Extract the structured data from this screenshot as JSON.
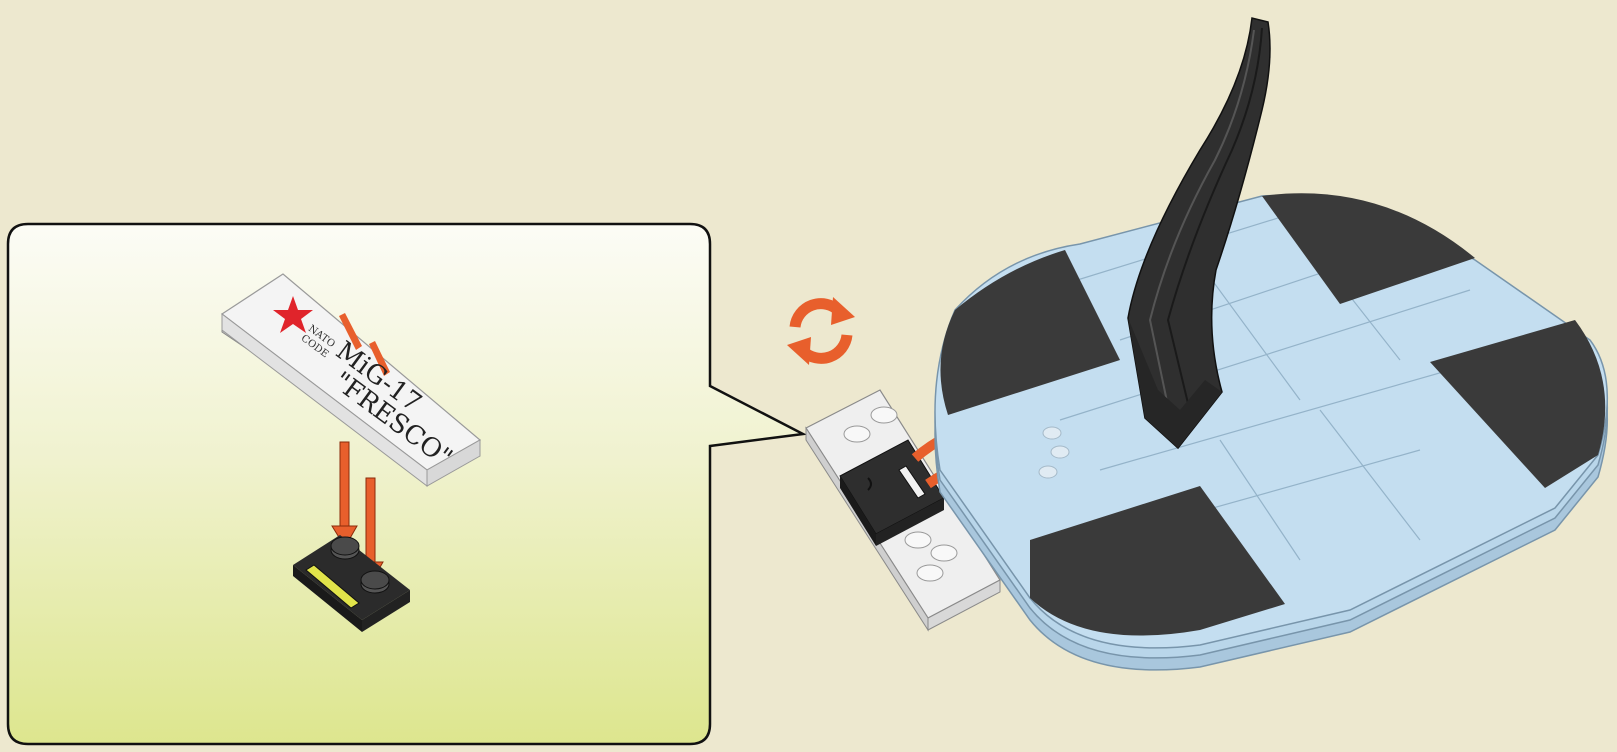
{
  "scene": {
    "background_color": "#ede8cf",
    "callout_gradient": [
      "#fcfcf6",
      "#dde68e"
    ],
    "accent_color": "#e85f2c",
    "star_color": "#e0242b",
    "brick_black": "#3a3a3a",
    "brick_light_blue": "#b9d6ea"
  },
  "tile": {
    "star_icon": "red-star-icon",
    "title": "MiG-17",
    "subtitle": "\"FRESCO\"",
    "code_line1": "NATO",
    "code_line2": "CODE"
  },
  "icons": {
    "rotate": "rotate-arrows-icon",
    "assembly_arrows": "orange-arrow-icon"
  }
}
